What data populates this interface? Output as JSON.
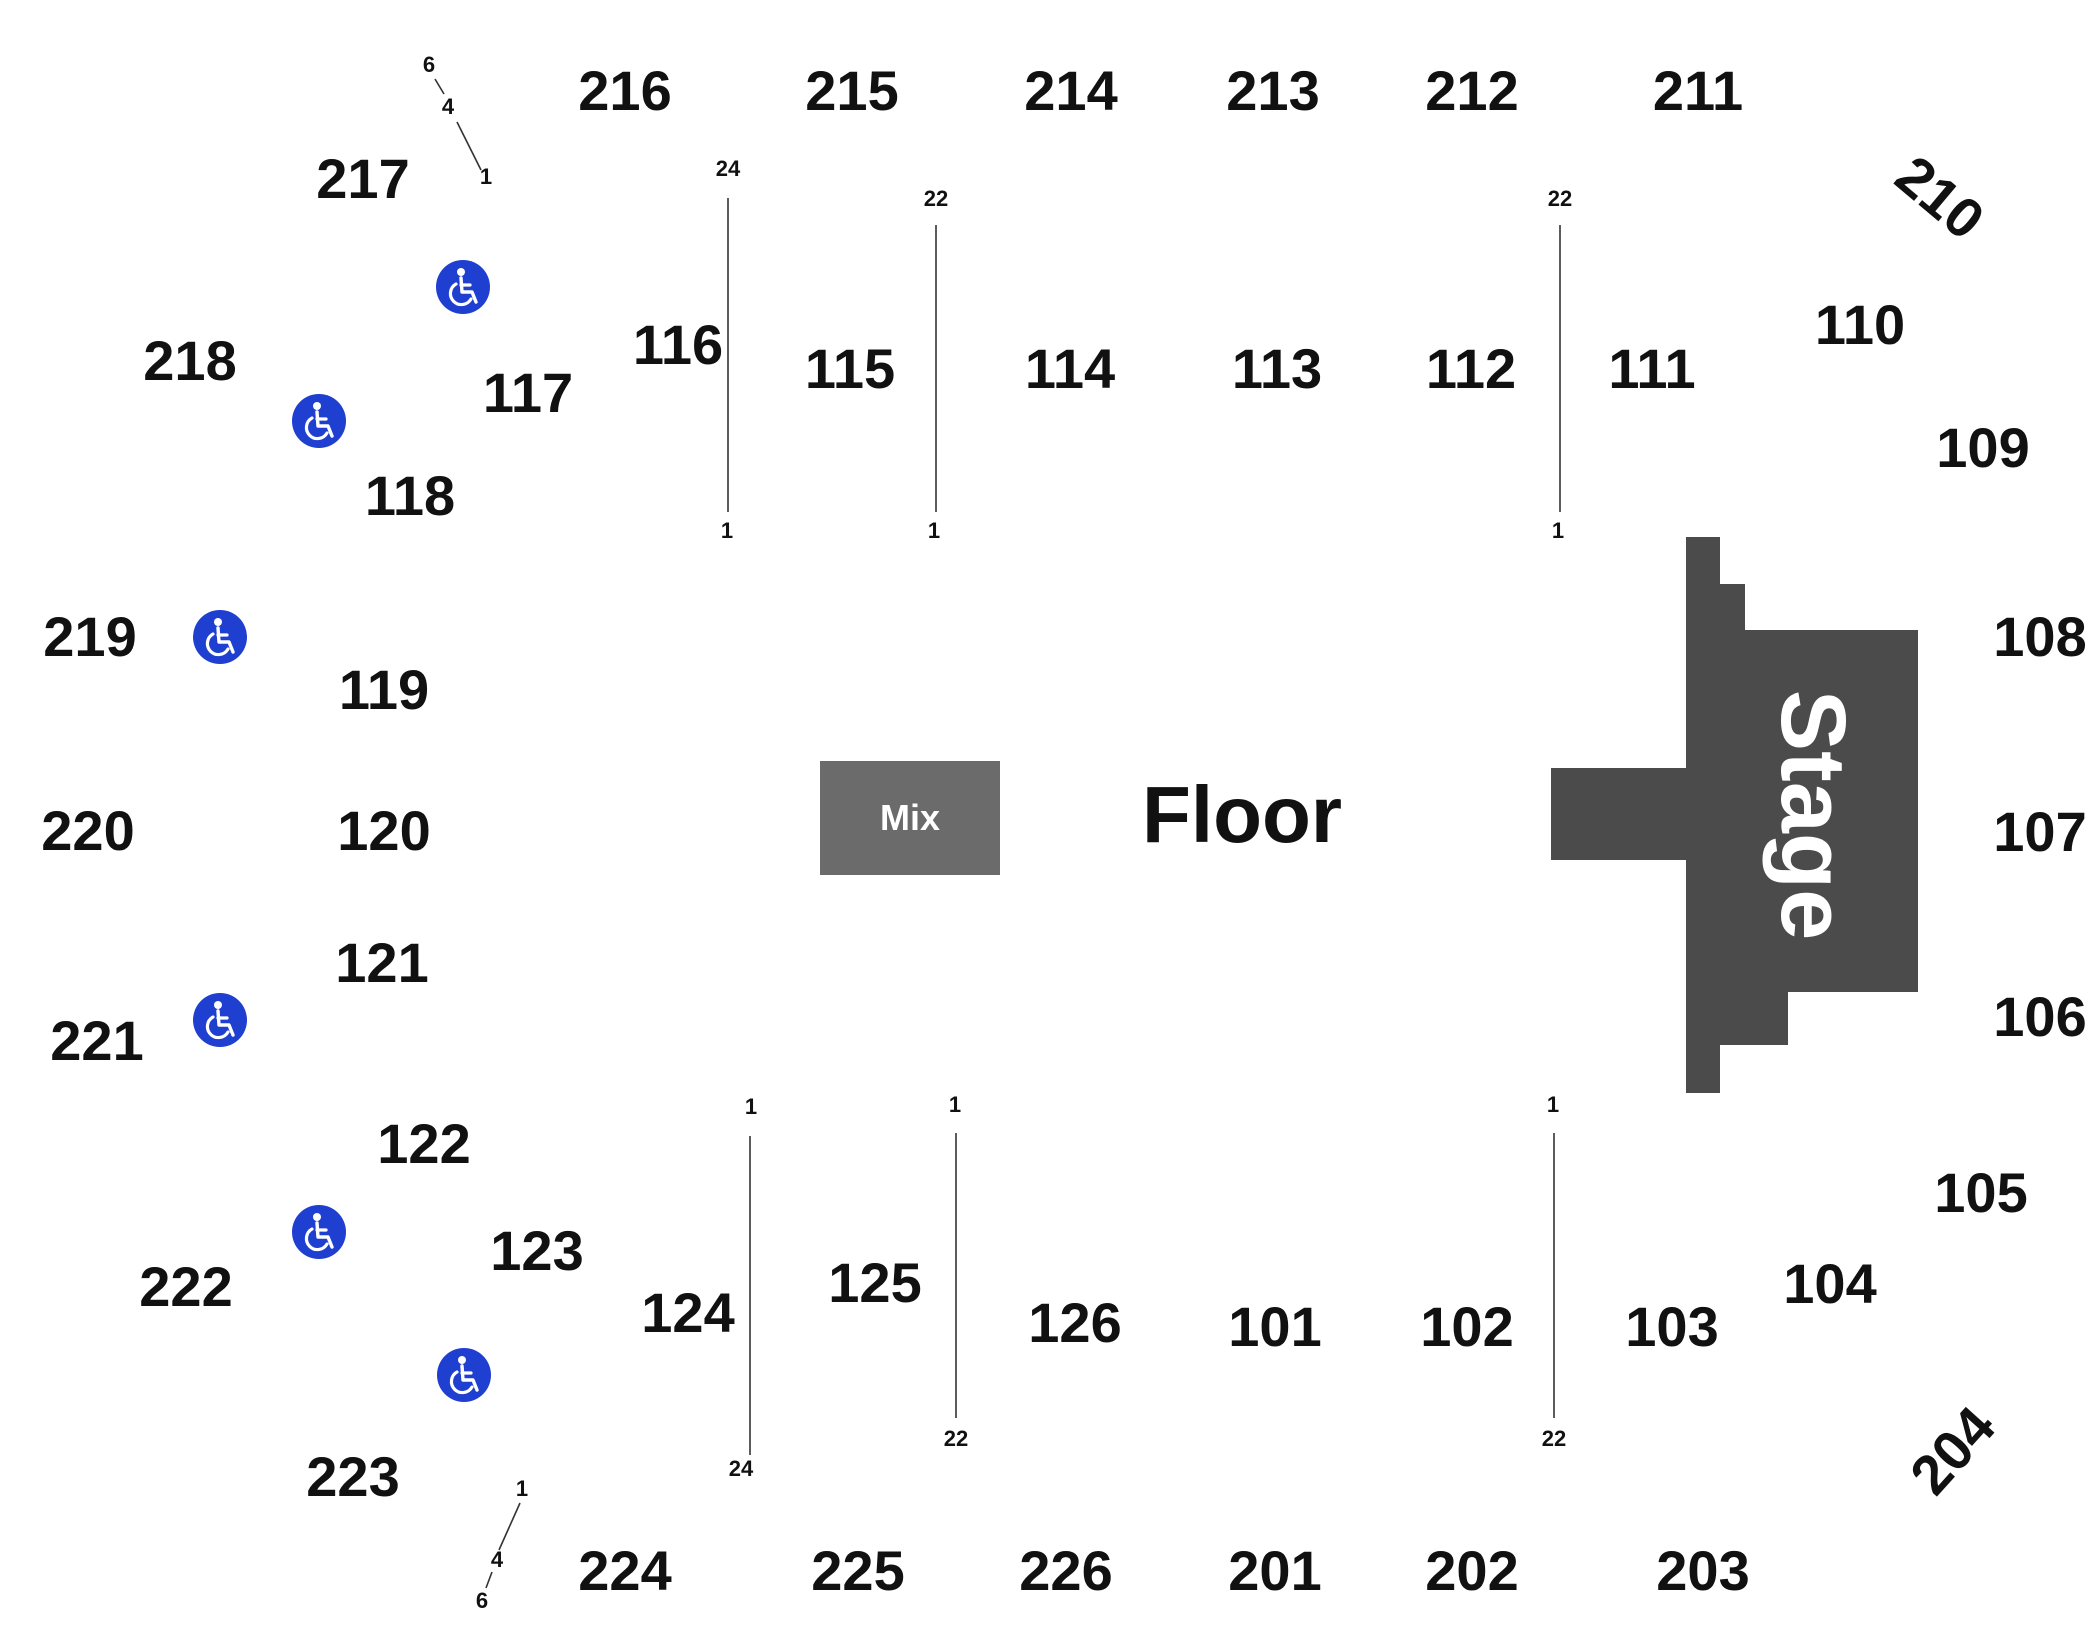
{
  "floor": {
    "label": "Floor"
  },
  "mix": {
    "label": "Mix",
    "color": "#6b6b6b"
  },
  "stage": {
    "label": "Stage",
    "color": "#4b4b4b"
  },
  "accessible_icon": {
    "icon": "wheelchair-accessible-icon",
    "color": "#1f3fd1"
  },
  "sections": {
    "s216": "216",
    "s215": "215",
    "s214": "214",
    "s213": "213",
    "s212": "212",
    "s211": "211",
    "s210": "210",
    "s217": "217",
    "s218": "218",
    "s219": "219",
    "s220": "220",
    "s221": "221",
    "s222": "222",
    "s223": "223",
    "s224": "224",
    "s225": "225",
    "s226": "226",
    "s201": "201",
    "s202": "202",
    "s203": "203",
    "s204": "204",
    "s110": "110",
    "s109": "109",
    "s108": "108",
    "s107": "107",
    "s106": "106",
    "s105": "105",
    "s104": "104",
    "s116": "116",
    "s115": "115",
    "s114": "114",
    "s113": "113",
    "s112": "112",
    "s111": "111",
    "s117": "117",
    "s118": "118",
    "s119": "119",
    "s120": "120",
    "s121": "121",
    "s122": "122",
    "s123": "123",
    "s124": "124",
    "s125": "125",
    "s126": "126",
    "s101": "101",
    "s102": "102",
    "s103": "103"
  },
  "row_markers": {
    "r6_top": "6",
    "r4_top": "4",
    "r1_top": "1",
    "r24_top": "24",
    "r1_116": "1",
    "r22_115": "22",
    "r1_115": "1",
    "r22_111": "22",
    "r1_111": "1",
    "r1_124": "1",
    "r24_124": "24",
    "r1_125": "1",
    "r22_125": "22",
    "r1_103": "1",
    "r22_103": "22",
    "r1_bottom": "1",
    "r4_bottom": "4",
    "r6_bottom": "6"
  }
}
